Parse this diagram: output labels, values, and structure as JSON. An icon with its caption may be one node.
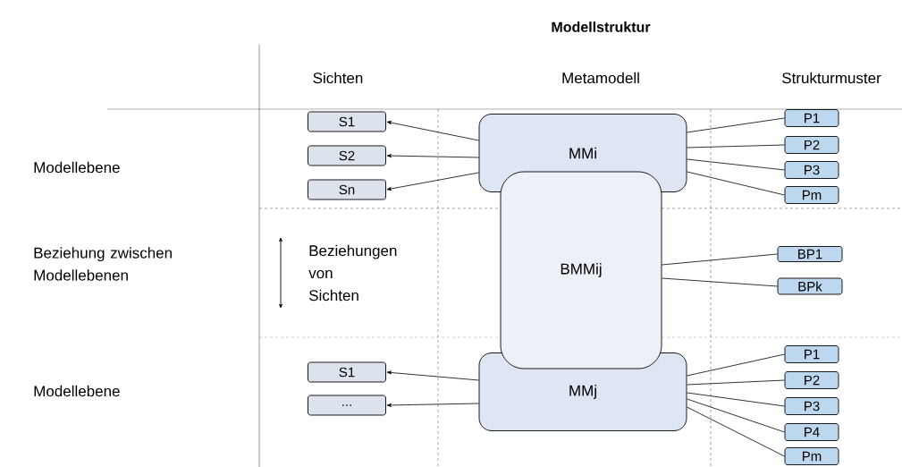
{
  "diagram": {
    "title": "Modellstruktur",
    "nodes": [
      {
        "text": [
          "MMi"
        ]
      },
      {
        "text": [
          "BMMij"
        ]
      },
      {
        "text": [
          "MMj"
        ]
      },
      {
        "text": [
          "S1"
        ]
      },
      {
        "text": [
          "S2"
        ]
      },
      {
        "text": [
          "Sn"
        ]
      },
      {
        "text": [
          "S1"
        ]
      },
      {
        "text": [
          "..."
        ]
      },
      {
        "text": [
          "P1"
        ]
      },
      {
        "text": [
          "P2"
        ]
      },
      {
        "text": [
          "P3"
        ]
      },
      {
        "text": [
          "Pm"
        ]
      },
      {
        "text": [
          "BP1"
        ]
      },
      {
        "text": [
          "BPk"
        ]
      },
      {
        "text": [
          "P1"
        ]
      },
      {
        "text": [
          "P2"
        ]
      },
      {
        "text": [
          "P3"
        ]
      },
      {
        "text": [
          "P4"
        ]
      },
      {
        "text": [
          "Pm"
        ]
      }
    ],
    "edges": [
      {
        "from": 0,
        "to": 3,
        "arrow": "to"
      },
      {
        "from": 0,
        "to": 4,
        "arrow": "to"
      },
      {
        "from": 0,
        "to": 5,
        "arrow": "to"
      },
      {
        "from": 0,
        "to": 8,
        "arrow": "none"
      },
      {
        "from": 0,
        "to": 9,
        "arrow": "none"
      },
      {
        "from": 0,
        "to": 10,
        "arrow": "none"
      },
      {
        "from": 0,
        "to": 11,
        "arrow": "none"
      },
      {
        "from": 1,
        "to": 12,
        "arrow": "none"
      },
      {
        "from": 1,
        "to": 13,
        "arrow": "none"
      },
      {
        "from": 2,
        "to": 6,
        "arrow": "to"
      },
      {
        "from": 2,
        "to": 7,
        "arrow": "to"
      },
      {
        "from": 2,
        "to": 14,
        "arrow": "none"
      },
      {
        "from": 2,
        "to": 15,
        "arrow": "none"
      },
      {
        "from": 2,
        "to": 16,
        "arrow": "none"
      },
      {
        "from": 2,
        "to": 17,
        "arrow": "none"
      },
      {
        "from": 2,
        "to": 18,
        "arrow": "none"
      }
    ],
    "labels": [
      "Sichten",
      "Metamodell",
      "Strukturmuster",
      "Modellebene",
      "Beziehung zwischen Modellebenen",
      "Beziehungen von Sichten",
      "Modellebene"
    ]
  }
}
